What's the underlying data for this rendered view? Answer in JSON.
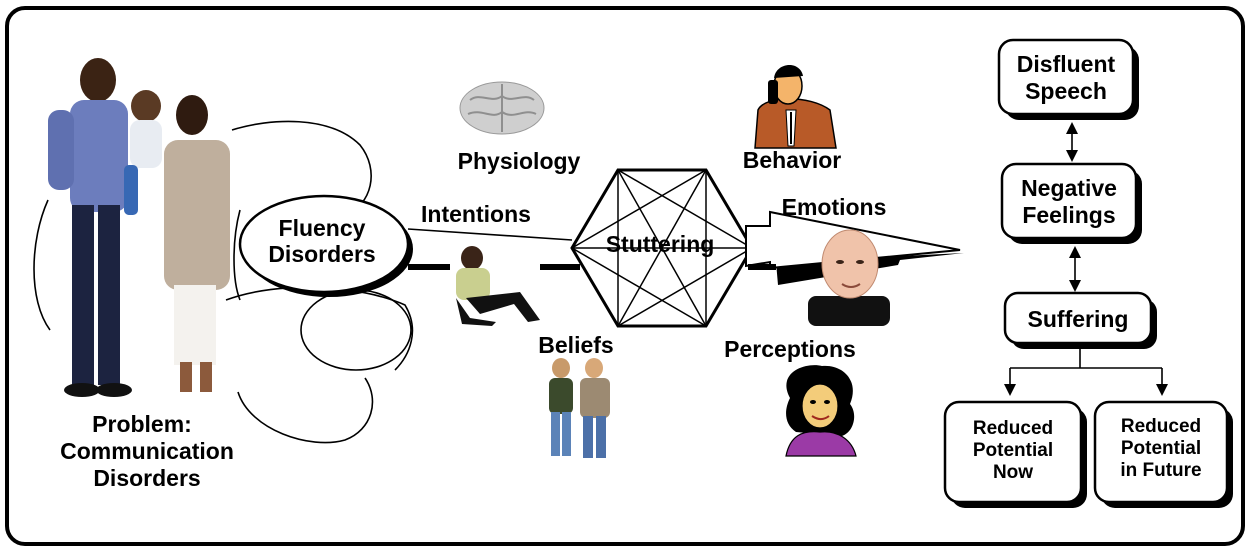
{
  "problem": {
    "line1": "Problem:",
    "line2": "Communication",
    "line3": "Disorders"
  },
  "fluency": {
    "line1": "Fluency",
    "line2": "Disorders"
  },
  "center": {
    "label": "Stuttering"
  },
  "factors": {
    "physiology": "Physiology",
    "behavior": "Behavior",
    "intentions": "Intentions",
    "emotions": "Emotions",
    "beliefs": "Beliefs",
    "perceptions": "Perceptions"
  },
  "chain": {
    "disfluent": {
      "line1": "Disfluent",
      "line2": "Speech"
    },
    "negative": {
      "line1": "Negative",
      "line2": "Feelings"
    },
    "suffering": {
      "line1": "Suffering"
    },
    "reduced_now": {
      "line1": "Reduced",
      "line2": "Potential",
      "line3": "Now"
    },
    "reduced_future": {
      "line1": "Reduced",
      "line2": "Potential",
      "line3": "in Future"
    }
  },
  "icons": {
    "family": "family-photo-icon",
    "brain": "brain-icon",
    "phone_man": "man-on-phone-icon",
    "sitting_man": "sitting-man-icon",
    "bald_man": "bald-man-icon",
    "couple": "couple-icon",
    "woman": "woman-cartoon-icon"
  }
}
